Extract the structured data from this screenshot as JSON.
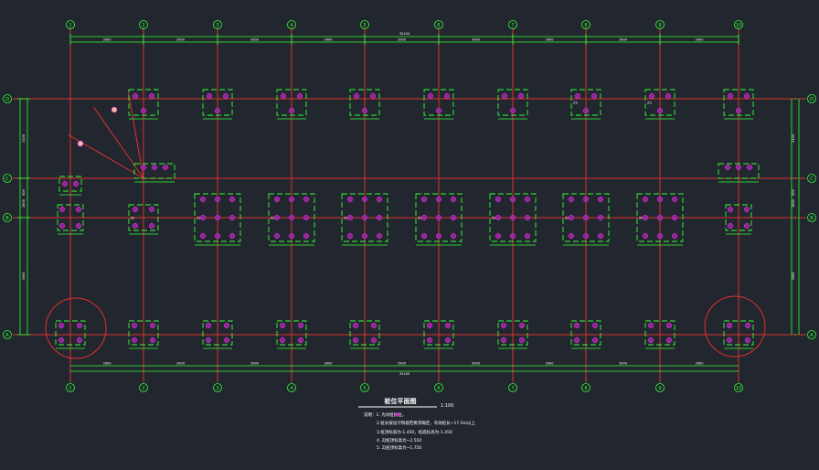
{
  "drawing": {
    "title": "桩位平面图",
    "scale": "1:100",
    "colors": {
      "background": "#21262f",
      "axis": "#e0312f",
      "dimension": "#33ff33",
      "pile": "#d12bd1",
      "text": "#ffffff",
      "circle": "#e0312f"
    },
    "grid_columns": [
      "1",
      "2",
      "3",
      "4",
      "5",
      "6",
      "7",
      "8",
      "9",
      "10"
    ],
    "grid_rows": [
      "D",
      "C",
      "B",
      "A"
    ],
    "top_dims": [
      "3900",
      "3900",
      "3900",
      "3900",
      "3900",
      "3900",
      "3900",
      "3900",
      "3900"
    ],
    "top_total": "35100",
    "bottom_dims": [
      "3900",
      "3900",
      "3900",
      "3900",
      "3900",
      "3900",
      "3900",
      "3900",
      "3900"
    ],
    "bottom_total": "35100",
    "left_dims": [
      "2100",
      "600",
      "1800",
      "3000"
    ],
    "right_dims": [
      "2100",
      "600",
      "1800",
      "3000"
    ],
    "pile_label": "ZJ",
    "pile_label_alt": "Z2",
    "notes": [
      "说明：1.  为试桩桩位。",
      "2.桩长按设计和规范要求确定，有效桩长~17.0m以上",
      "3.桩顶标高为-1.450，桩底标高为-1.450",
      "4. ZJ桩顶标高为~2.550",
      "5. ZJ桩顶标高为~1.750"
    ]
  }
}
